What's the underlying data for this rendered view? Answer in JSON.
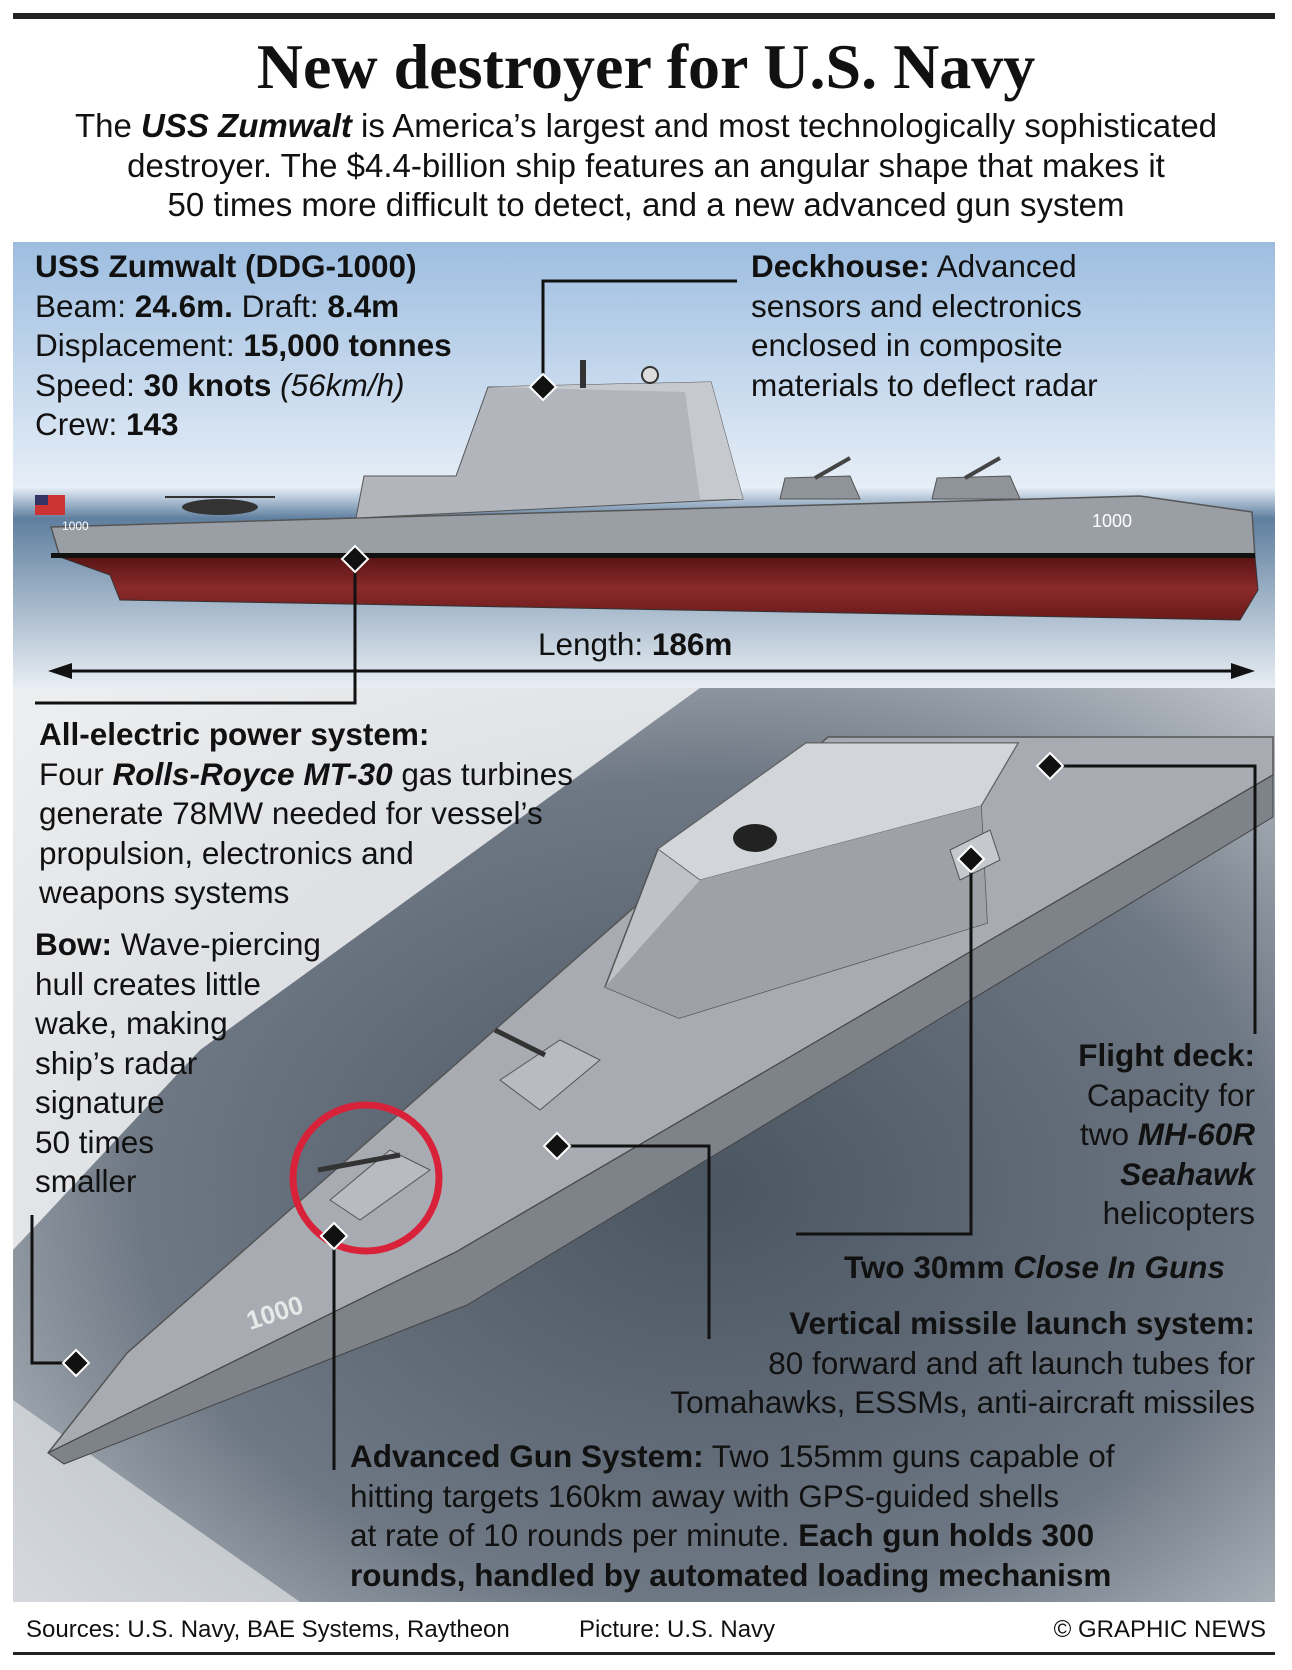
{
  "title": "New destroyer for U.S. Navy",
  "intro": {
    "line1_pre": "The ",
    "line1_em": "USS Zumwalt",
    "line1_post": " is America’s largest and most technologically sophisticated",
    "line2": "destroyer. The $4.4-billion ship features an angular shape that makes it",
    "line3": "50 times more difficult to detect, and a new advanced gun system"
  },
  "specs": {
    "name": "USS Zumwalt (DDG-1000)",
    "beam_label": "Beam: ",
    "beam_value": "24.6m.",
    "draft_label": " Draft: ",
    "draft_value": "8.4m",
    "displacement_label": "Displacement: ",
    "displacement_value": "15,000 tonnes",
    "speed_label": "Speed: ",
    "speed_value": "30 knots",
    "speed_alt": "(56km/h)",
    "crew_label": "Crew: ",
    "crew_value": "143"
  },
  "deckhouse": {
    "heading": "Deckhouse:",
    "line1": " Advanced",
    "line2": "sensors and electronics",
    "line3": "enclosed in composite",
    "line4": "materials to deflect radar"
  },
  "length": {
    "label": "Length: ",
    "value": "186m"
  },
  "hull_number": "1000",
  "power": {
    "heading": "All-electric power system:",
    "line1_pre": "Four ",
    "line1_em": "Rolls-Royce MT-30",
    "line1_post": " gas turbines",
    "line2": "generate 78MW needed for vessel’s",
    "line3": "propulsion, electronics and",
    "line4": "weapons systems"
  },
  "bow": {
    "heading": "Bow:",
    "line1": " Wave-piercing",
    "line2": "hull creates little",
    "line3": "wake, making",
    "line4": "ship’s radar",
    "line5": "signature",
    "line6": "50 times",
    "line7": "smaller"
  },
  "flight_deck": {
    "heading": "Flight deck:",
    "line1": "Capacity for",
    "line2_pre": "two ",
    "line2_em": "MH-60R",
    "line3_em": "Seahawk",
    "line4": "helicopters"
  },
  "close_in_guns": {
    "pre": "Two 30mm ",
    "em": "Close In Guns"
  },
  "vls": {
    "heading": "Vertical missile launch system:",
    "line1": "80 forward and aft launch tubes for",
    "line2": "Tomahawks, ESSMs, anti-aircraft missiles"
  },
  "ags": {
    "heading": "Advanced Gun System:",
    "line1": " Two 155mm guns capable of",
    "line2": "hitting targets 160km away with GPS-guided shells",
    "line3_pre": "at rate of 10 rounds per minute. ",
    "line3_bold": "Each gun holds 300",
    "line4_bold": "rounds, handled by automated loading mechanism"
  },
  "footer": {
    "sources": "Sources: U.S. Navy, BAE Systems, Raytheon",
    "picture": "Picture: U.S. Navy",
    "credit": "© GRAPHIC NEWS"
  },
  "colors": {
    "sky": "#a9c6e4",
    "hull_red": "#7a1f1f",
    "ship_gray": "#9a9ea5",
    "highlight_circle": "#d8223a"
  }
}
